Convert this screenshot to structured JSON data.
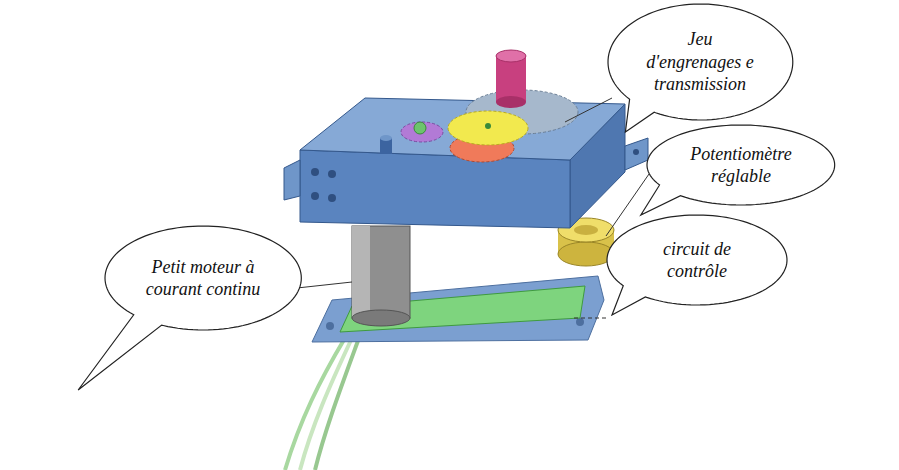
{
  "diagram": {
    "nodes": [
      {
        "text": [
          "Jeu d'engrenages e transmission"
        ]
      },
      {
        "text": [
          "Potentiomètre réglable"
        ]
      },
      {
        "text": [
          "Petit moteur à courant continu"
        ]
      },
      {
        "text": [
          "circuit de contrôle"
        ]
      }
    ]
  }
}
